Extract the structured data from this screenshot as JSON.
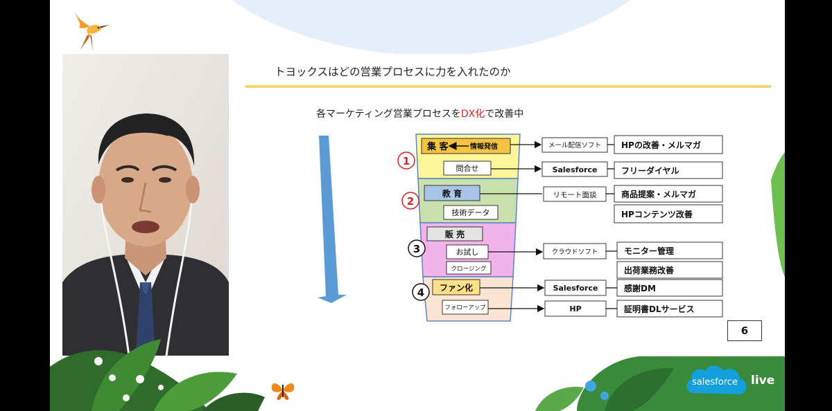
{
  "slide": {
    "title": "トヨックスはどの営業プロセスに力を入れたのか",
    "subtitle_pre": "各マーケティング営業プロセスを",
    "subtitle_highlight": "DX化",
    "subtitle_post": "で改善中",
    "page_number": "6"
  },
  "funnel": {
    "stages": [
      {
        "marker": "1",
        "main": "集 客",
        "arrow_text": "情報発信",
        "sub": "問合せ"
      },
      {
        "marker": "2",
        "main": "教 育",
        "sub": "技術データ"
      },
      {
        "marker": "3",
        "main": "販 売",
        "sub": "お試し",
        "sub2": "クロージング"
      },
      {
        "marker": "4",
        "main": "ファン化",
        "sub": "フォローアップ"
      }
    ]
  },
  "tools": [
    "メール配信ソフト",
    "Salesforce",
    "リモート面談",
    "クラウドソフト",
    "Salesforce",
    "HP"
  ],
  "results": [
    "HPの改善・メルマガ",
    "フリーダイヤル",
    "商品提案・メルマガ",
    "HPコンテンツ改善",
    "モニター管理",
    "出荷業務改善",
    "感謝DM",
    "証明書DLサービス"
  ],
  "branding": {
    "logo_text": "salesforce",
    "live_text": "live"
  },
  "colors": {
    "stage1": "#fff59a",
    "stage2": "#c9e1ad",
    "stage3": "#f1b3ea",
    "stage4": "#fbe5d2",
    "funnel_border": "#5b84c5",
    "down_arrow": "#5b9bd5",
    "title_rule": "#f6d66a",
    "accent_red": "#e02020",
    "salesforce_blue": "#139fdc"
  }
}
